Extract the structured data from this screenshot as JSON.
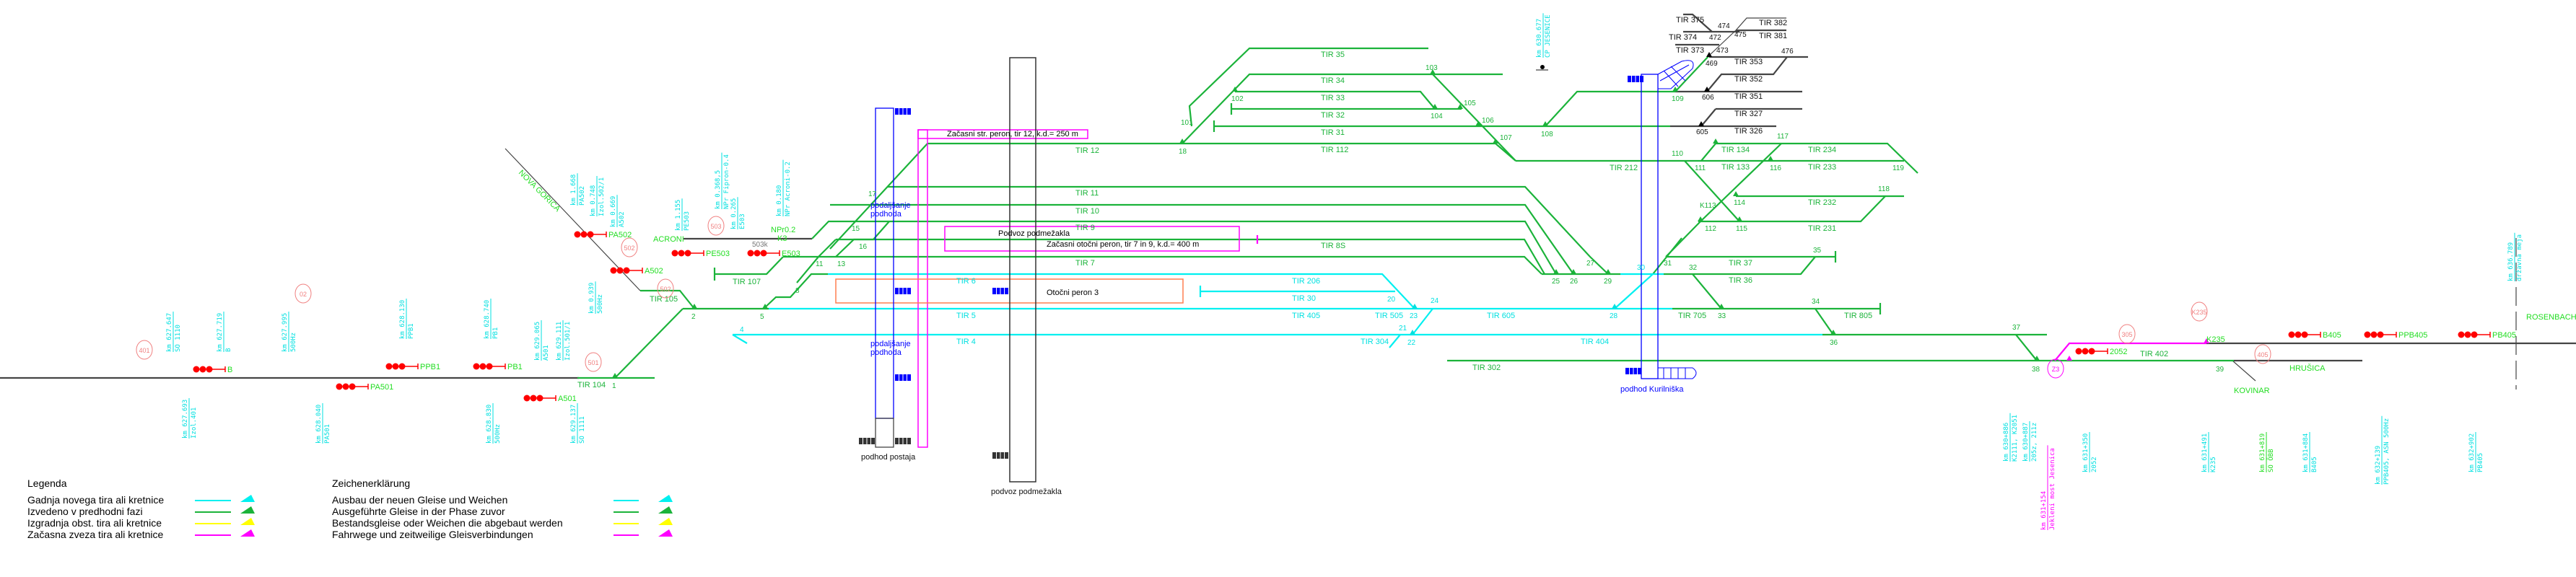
{
  "colors": {
    "executed_previous_phase": "#1bb33a",
    "new_track": "#00f0f0",
    "existing_removed": "#ffff00",
    "temporary": "#ff00ff",
    "underpass": "#0000ff",
    "signal": "#ff0000"
  },
  "track_labels": [
    "TIR 104",
    "TIR 105",
    "TIR 107",
    "TIR 12",
    "TIR 11",
    "TIR 10",
    "TIR 9",
    "TIR 8S",
    "TIR 7",
    "TIR 6",
    "TIR 206",
    "TIR 30",
    "TIR 5",
    "TIR 405",
    "TIR 505",
    "TIR 4",
    "TIR 304",
    "TIR 605",
    "TIR 705",
    "TIR 805",
    "TIR 404",
    "TIR 302",
    "TIR 36",
    "TIR 37",
    "TIR 35",
    "TIR 34",
    "TIR 33",
    "TIR 32",
    "TIR 31",
    "TIR 112",
    "TIR 212",
    "TIR 134",
    "TIR 133",
    "TIR 234",
    "TIR 233",
    "TIR 232",
    "TIR 231",
    "TIR 353",
    "TIR 352",
    "TIR 351",
    "TIR 327",
    "TIR 326",
    "TIR 373",
    "TIR 374",
    "TIR 375",
    "TIR 381",
    "TIR 382",
    "TIR 402"
  ],
  "switch_labels": [
    "1",
    "2",
    "5",
    "4",
    "8",
    "11",
    "13",
    "15",
    "16",
    "17",
    "18",
    "101",
    "102",
    "103",
    "104",
    "105",
    "106",
    "107",
    "108",
    "109",
    "110",
    "111",
    "112",
    "114",
    "115",
    "116",
    "117",
    "118",
    "119",
    "K113",
    "20",
    "21",
    "22",
    "23",
    "24",
    "25",
    "26",
    "27",
    "28",
    "29",
    "30",
    "31",
    "32",
    "33",
    "34",
    "35",
    "36",
    "37",
    "38",
    "39",
    "469",
    "472",
    "473",
    "474",
    "475",
    "476",
    "605",
    "606"
  ],
  "km_markers": [
    {
      "l1": "km 627.647",
      "l2": "SO 1110"
    },
    {
      "l1": "km 627.719",
      "l2": "B"
    },
    {
      "l1": "km 627.995",
      "l2": "500Hz"
    },
    {
      "l1": "km 628.130",
      "l2": "PPB1"
    },
    {
      "l1": "km 628.740",
      "l2": "PB1"
    },
    {
      "l1": "km 629.065",
      "l2": "A501"
    },
    {
      "l1": "km 629.111",
      "l2": "Izol.501/1"
    },
    {
      "l1": "km 0.939",
      "l2": "500Hz"
    },
    {
      "l1": "km 1.668",
      "l2": "PA502"
    },
    {
      "l1": "km 0.748",
      "l2": "Izol.502/1"
    },
    {
      "l1": "km 0.669",
      "l2": "A502"
    },
    {
      "l1": "km 1.155",
      "l2": "PE503"
    },
    {
      "l1": "km 0.368,5",
      "l2": "NPr Fipron-0.4"
    },
    {
      "l1": "km 0.265",
      "l2": "E503"
    },
    {
      "l1": "km 0.180",
      "l2": "NPr Acroni-0.2"
    },
    {
      "l1": "km 627.693",
      "l2": "Izol.401"
    },
    {
      "l1": "km 628.040",
      "l2": "PA501"
    },
    {
      "l1": "km 628.830",
      "l2": "500Hz"
    },
    {
      "l1": "km 629.137",
      "l2": "SO 1111"
    },
    {
      "l1": "km 630.677",
      "l2": "CP JESENICE"
    },
    {
      "l1": "km 630+886",
      "l2": "K2111, K2051"
    },
    {
      "l1": "km 630+887",
      "l2": "205z, 211z"
    },
    {
      "l1": "km 631+350",
      "l2": "2052"
    },
    {
      "l1": "km 631+491",
      "l2": "K235"
    },
    {
      "l1": "km 631+819",
      "l2": "SO ÖBB"
    },
    {
      "l1": "km 631+884",
      "l2": "B405"
    },
    {
      "l1": "km 632+139",
      "l2": "PPB405, ASN 500Hz"
    },
    {
      "l1": "km 632+902",
      "l2": "PB405"
    },
    {
      "l1": "km 631+154",
      "l2": "Jekleni most Jesenica"
    },
    {
      "l1": "km 636.789",
      "l2": "državna meja"
    }
  ],
  "signals": [
    "B",
    "PPB1",
    "PB1",
    "PA501",
    "A501",
    "PA502",
    "A502",
    "PE503",
    "E503",
    "2052",
    "B405",
    "PPB405",
    "PB405"
  ],
  "circle_marks": [
    "401",
    "02",
    "501",
    "502",
    "503",
    "502",
    "305",
    "K235",
    "405",
    "Z3"
  ],
  "places": {
    "nova_gorica": "NOVA GORICA",
    "acroni": "ACRONI",
    "hrusica": "HRUŠICA",
    "kovinar": "KOVINAR",
    "rosenbach": "ROSENBACH",
    "k235": "K235",
    "npr": "NPr0.2",
    "k3": "K3",
    "k503": "503k"
  },
  "structures": {
    "temp_side_platform": "Začasni str. peron, tir 12, k.d.= 250 m",
    "underpass_podmezakla": "Podvoz podmežakla",
    "temp_island_platform": "Začasni otočni peron, tir 7 in 9, k.d.= 400 m",
    "island_platform_3": "Otočni peron 3",
    "extension_l1": "podaljšanje",
    "extension_l2": "podhoda",
    "podhod_postaja": "podhod postaja",
    "podvoz_podmezakla": "podvoz podmežakla",
    "podhod_kurilniska": "podhod Kurilniška"
  },
  "legend": {
    "title_sl": "Legenda",
    "items_sl": [
      "Gadnja novega tira ali kretnice",
      "Izvedeno v predhodni fazi",
      "Izgradnja obst. tira ali kretnice",
      "Začasna zveza tira ali kretnice"
    ],
    "title_de": "Zeichenerklärung",
    "items_de": [
      "Ausbau der neuen Gleise und Weichen",
      "Ausgeführte Gleise in der Phase zuvor",
      "Bestandsgleise oder Weichen die abgebaut werden",
      "Fahrwege und zeitweilige Gleisverbindungen"
    ]
  }
}
